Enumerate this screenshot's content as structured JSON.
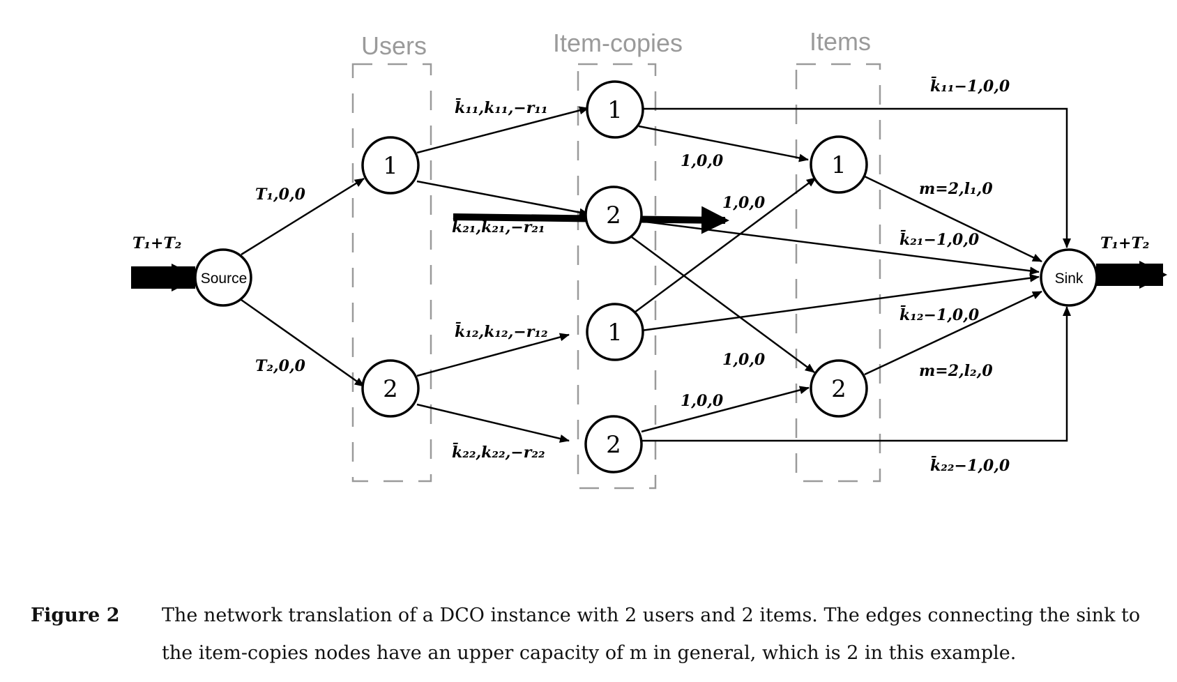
{
  "diagram": {
    "columns": {
      "users": "Users",
      "item_copies": "Item-copies",
      "items": "Items"
    },
    "nodes": {
      "source": "Source",
      "sink": "Sink",
      "user1": "1",
      "user2": "2",
      "copy11": "1",
      "copy21": "2",
      "copy12": "1",
      "copy22": "2",
      "item1": "1",
      "item2": "2"
    },
    "colors": {
      "dark_red": "#7a0a0a",
      "green": "#1b8a1b",
      "dashed_box": "#9a9a9a",
      "black": "#000000"
    },
    "edge_labels": {
      "input": "T₁+T₂",
      "output": "T₁+T₂",
      "src_u1": "T₁,0,0",
      "src_u2": "T₂,0,0",
      "u1_c11": "k̄₁₁,k₁₁,−r₁₁",
      "u1_c21": "k̄₂₁,k₂₁,−r₂₁",
      "u2_c12": "k̄₁₂,k₁₂,−r₁₂",
      "u2_c22": "k̄₂₂,k₂₂,−r₂₂",
      "c11_i1": "1,0,0",
      "c21_i2": "1,0,0",
      "c12_i1": "1,0,0",
      "c22_i2": "1,0,0",
      "c11_sink": "k̄₁₁−1,0,0",
      "c21_sink": "k̄₂₁−1,0,0",
      "c12_sink": "k̄₁₂−1,0,0",
      "c22_sink": "k̄₂₂−1,0,0",
      "i1_sink": "m=2,l₁,0",
      "i2_sink": "m=2,l₂,0"
    }
  },
  "caption": {
    "label": "Figure 2",
    "text": "The network translation of a DCO instance with 2 users and 2 items. The edges connecting the sink to the item-copies nodes have an upper capacity of m in general, which is 2 in this example."
  }
}
